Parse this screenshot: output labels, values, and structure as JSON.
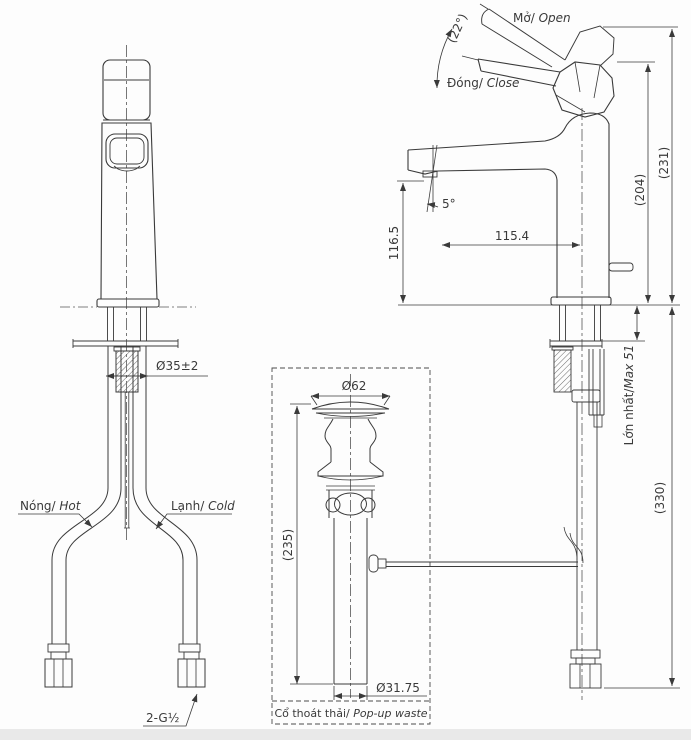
{
  "drawing": {
    "front_view": {
      "hot_label": {
        "vi": "Nóng/",
        "en": " Hot"
      },
      "cold_label": {
        "vi": "Lạnh/",
        "en": " Cold"
      },
      "shank_diameter": "Ø35±2",
      "thread_connection": "2-G½"
    },
    "popup_waste": {
      "cap_diameter": "Ø62",
      "body_length": "(235)",
      "tail_diameter": "Ø31.75",
      "caption": {
        "vi": "Cổ thoát thải/",
        "en": " Pop-up waste"
      }
    },
    "side_view": {
      "open_label": {
        "vi": "Mở/",
        "en": " Open"
      },
      "close_label": {
        "vi": "Đóng/",
        "en": " Close"
      },
      "open_angle": "(22°)",
      "stream_angle": "5°",
      "spout_height": "116.5",
      "spout_reach": "115.4",
      "height_closed": "(204)",
      "height_open": "(231)",
      "max_deck_thickness": {
        "vi": "Lớn nhất/",
        "en": "Max 51"
      },
      "below_deck_length": "(330)"
    },
    "colors": {
      "line": "#3a3a3a",
      "background": "#fdfdfd",
      "bottom_strip": "#e9e9e9"
    }
  }
}
